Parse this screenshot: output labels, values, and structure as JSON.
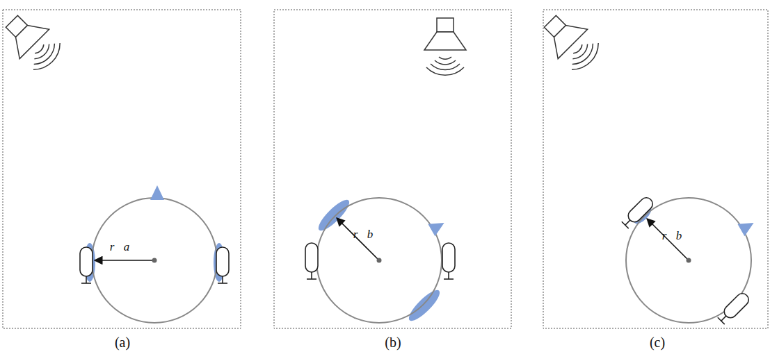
{
  "diagram": {
    "labels": [
      "r⃗a",
      "r⃗b",
      "r⃗b",
      "(a)",
      "(b)",
      "(c)"
    ]
  }
}
